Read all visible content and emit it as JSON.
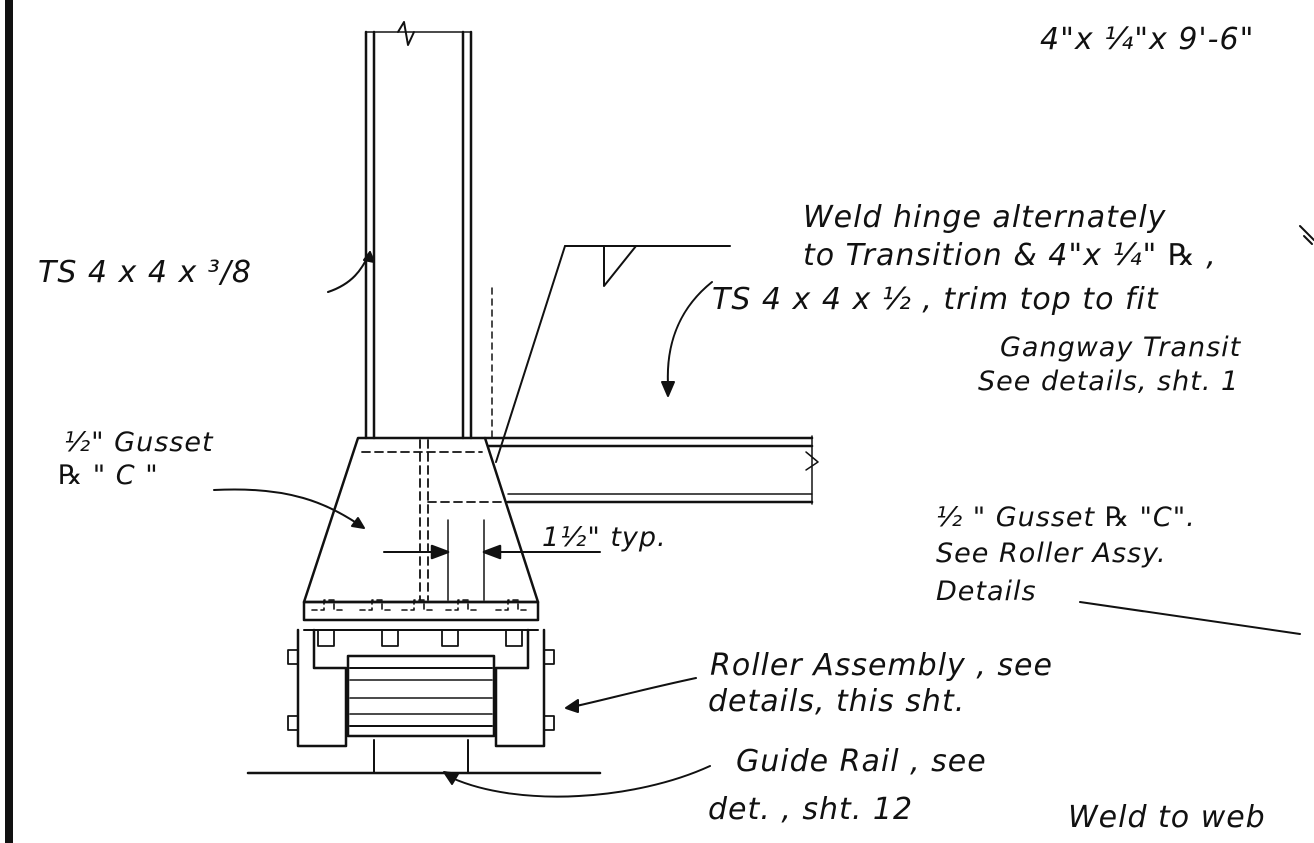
{
  "drawing": {
    "labels": {
      "plate_dims": "4\"x ¼\"x 9'-6\"",
      "ts_post": "TS 4 x 4 x ³/8",
      "weld_hinge_line1": "Weld hinge alternately",
      "weld_hinge_line2": "to Transition & 4\"x ¼\" ℞ ,",
      "ts_beam": "TS 4 x 4 x ½ , trim top to fit",
      "gangway_line1": "Gangway Transit",
      "gangway_line2": "See details, sht. 1",
      "gusset_left_line1": "½\" Gusset",
      "gusset_left_line2": "℞ \" C \"",
      "dimension": "1½\" typ.",
      "gusset_right_line1": "½ \" Gusset ℞ \"C\".",
      "gusset_right_line2": "See Roller Assy.",
      "gusset_right_line3": "Details",
      "roller_line1": "Roller Assembly , see",
      "roller_line2": "details, this sht.",
      "guide_line1": "Guide Rail , see",
      "guide_line2": "det. , sht. 12",
      "weld_web": "Weld to web"
    }
  }
}
